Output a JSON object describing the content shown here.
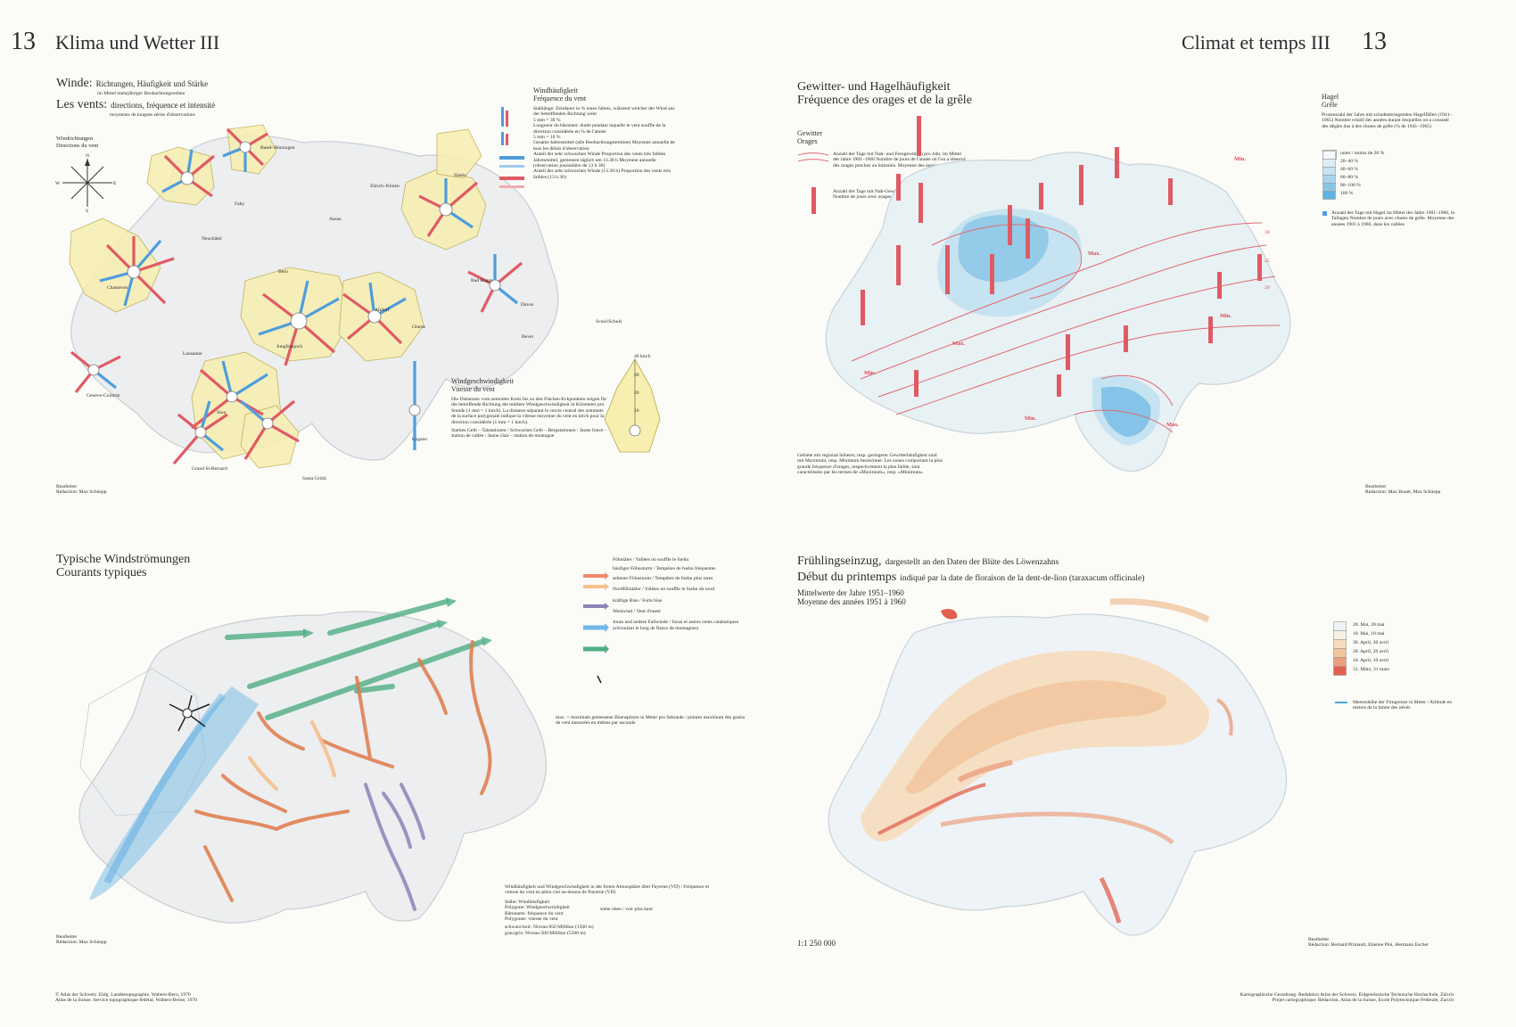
{
  "header": {
    "left_number": "13",
    "left_title": "Klima und Wetter III",
    "right_title": "Climat et temps III",
    "right_number": "13"
  },
  "winds": {
    "title_de_main": "Winde:",
    "title_de_sub": "Richtungen, Häufigkeit und Stärke",
    "title_de_note": "im Mittel mehrjähriger Beobachtungsreihen",
    "title_fr_main": "Les vents:",
    "title_fr_sub": "directions, fréquence et intensité",
    "title_fr_note": "moyennes de longues séries d'observations",
    "compass_title_de": "Windrichtungen",
    "compass_title_fr": "Directions du vent",
    "compass": {
      "n": "N",
      "e": "E",
      "s": "S",
      "w": "W"
    },
    "freq_title_de": "Windhäufigkeit",
    "freq_title_fr": "Fréquence du vent",
    "freq_items": [
      "Stablänge: Zeitdauer in % eines Jahres, während welcher der Wind aus der betreffenden Richtung weht",
      "5 mm = 30 %",
      "Longueur du bâtonnet: durée pendant laquelle le vent souffle de la direction considérée en % de l'année",
      "5 mm = 10 %",
      "Gesamt-Jahresmittel (alle Beobachtungstermine) Moyenne annuelle de tous les délais d'observation",
      "Anteil der sehr schwachen Winde Proportion des vents très faibles",
      "Jahresmittel, gemessen täglich um 13.30 h Moyenne annuelle (observation journalière de 13 h 30)",
      "Anteil der sehr schwachen Winde (13.30 h) Proportion des vents très faibles (13 h 30)"
    ],
    "speed_title_de": "Windgeschwindigkeit",
    "speed_title_fr": "Vitesse du vent",
    "speed_text": "Die Distanzen vom zentralen Kreis bis zu den Flächen-Eckpunkten zeigen für die betreffende Richtung die mittlere Windgeschwindigkeit in Kilometer pro Stunde (1 mm = 1 km/h). La distance séparant le cercle central des sommets de la surface polygonale indique la vitesse moyenne du vent en km/h pour la direction considérée (1 mm = 1 km/h).",
    "speed_stations": "Starkes Gelb – Talstationen / Schwaches Gelb – Bergstationen / Jaune foncé – station de vallée / Jaune clair – station de montagne",
    "scale_unit": "40 km/h",
    "scale_ticks": [
      "30",
      "20",
      "10"
    ],
    "stations": [
      "Basel–Binningen",
      "Zürich–Kloten",
      "Säntis",
      "Fahy",
      "Aarau",
      "Neuchâtel",
      "Chasseron",
      "Bern",
      "Altdorf",
      "Bad Ragaz",
      "Davos",
      "Scuol/Schuls",
      "Jungfraujoch",
      "Glarus",
      "Lausanne",
      "Genève-Cointrin",
      "Sion",
      "Lugano",
      "Bever",
      "Grand St-Bernard",
      "Santa Grütli"
    ],
    "editor": "Bearbeiter",
    "editor2": "Rédaction: Max Schüepp"
  },
  "storms": {
    "title_de": "Gewitter- und Hagelhäufigkeit",
    "title_fr": "Fréquence des orages et de la grêle",
    "gew_title": "Gewitter",
    "gew_title_fr": "Orages",
    "gew_text1": "Anzahl der Tage mit Nah- und Ferngewittern pro Jahr, im Mittel der Jahre 1901–1960 Nombre de jours de l'année où l'on a observé des orages proches ou lointains. Moyenne des années 1901–1960",
    "gew_text2": "Anzahl der Tage mit Nah-Gewittern (bis 3 km Entfernung) Nombre de jours avec orages proches (distance maximum 3 km)",
    "iso_labels": [
      "30",
      "25",
      "20"
    ],
    "hail_title": "Hagel",
    "hail_title_fr": "Grêle",
    "hail_text": "Prozentzahl der Jahre mit schadenbringenden Hagelfällen (1941–1965) Nombre relatif des années durant lesquelles on a constaté des dégâts dus à des chutes de grêle (% de 1941–1965)",
    "hail_classes": [
      "unter / moins de 20 %",
      "20–40 %",
      "40–60 %",
      "60–80 %",
      "80–100 %",
      "100 %"
    ],
    "hail_colors": [
      "#f4f8fa",
      "#dfeef6",
      "#c4e2f0",
      "#a7d4ec",
      "#88c6e7",
      "#5fb3e0"
    ],
    "hail_days": "Anzahl der Tage mit Hagel im Mittel der Jahre 1901–1960, in Tallagen Nombre de jours avec chutes de grêle. Moyenne des années 1901 à 1960, dans les vallées",
    "labels": [
      "Max.",
      "Max.",
      "Max.",
      "Min.",
      "Min.",
      "Min.",
      "Min."
    ],
    "note": "Gebiete mit regional höherer, resp. geringerer Gewitterhäufigkeit sind mit Maximum, resp. Minimum bezeichnet. Les zones comportant la plus grande fréquence d'orages, respectivement la plus faible, sont caractérisées par les termes de «Maximum», resp. «Minimum»",
    "editor": "Bearbeiter",
    "editor2": "Rédaction: Max Bouët, Max Schüepp"
  },
  "currents": {
    "title_de": "Typische Windströmungen",
    "title_fr": "Courants typiques",
    "legend": [
      {
        "label": "Föhntäler / Vallées où souffle le foehn",
        "color": "#e07a4a"
      },
      {
        "label": "häufiger Föhnsturm / Tempêtes de foehn fréquentes",
        "color": "#f08a6a"
      },
      {
        "label": "seltener Föhnsturm / Tempêtes de foehn plus rares",
        "color": "#f7c08a"
      },
      {
        "label": "Nordföhntäler / Vallées où souffle le foehn du nord",
        "color": "#8d83b8"
      },
      {
        "label": "kräftige Bise / Forte bise",
        "color": "#6fb8e8"
      },
      {
        "label": "Westwind / Vent d'ouest",
        "color": "#4fae84"
      },
      {
        "label": "Joran und andere Fallwinde / Joran et autres vents catabatiques (s'écoulant le long de flancs de montagnes)",
        "color": "#333333"
      }
    ],
    "max_note": "max. = maximale gemessene Böenspitzen in Meter pro Sekunde / pointes maximum des grains de vent mesurées en mètres par seconde",
    "payerne_title": "Windhäufigkeit und Windgeschwindigkeit in der freien Atmosphäre über Payerne (VD) / Fréquence et vitesse du vent en plein ciel au-dessus de Payerne (VD)",
    "payerne_lines": [
      "Stäbe: Windhäufigkeit",
      "Polygone: Windgeschwindigkeit",
      "Bâtonnets: fréquence du vent",
      "Polygones: vitesse du vent",
      "schwarz/noir: Niveau 850 Millibar (1500 m)",
      "grau/gris: Niveau 500 Millibar (5500 m)"
    ],
    "payerne_side": "siehe oben / voir plus haut",
    "editor": "Bearbeiter",
    "editor2": "Rédaction: Max Schüepp"
  },
  "spring": {
    "title_de_main": "Frühlingseinzug,",
    "title_de_sub": "dargestellt an den Daten der Blüte des Löwenzahns",
    "title_fr_main": "Début du printemps",
    "title_fr_sub": "indiqué par la date de floraison de la dent-de-lion (taraxacum officinale)",
    "sub1": "Mittelwerte der Jahre 1951–1960",
    "sub2": "Moyenne des années 1951 à 1960",
    "classes": [
      "20. Mai, 20 mai",
      "10. Mai, 10 mai",
      "30. April, 30 avril",
      "20. April, 20 avril",
      "10. April, 10 avril",
      "31. März, 31 mars"
    ],
    "class_colors": [
      "#eef3f7",
      "#f7efe2",
      "#f6dcbc",
      "#f1c59c",
      "#eb9f7e",
      "#e2604e"
    ],
    "snow_note": "Meereshöhe der Firngrenze in Meter / Altitude en mètres de la limite des névés",
    "scale": "1:1 250 000",
    "editor": "Bearbeiter",
    "editor2": "Rédaction: Bernard Primault, Etienne Pini, Hermann Escher"
  },
  "footer": {
    "left1": "© Atlas der Schweiz. Eidg. Landestopographie, Wabern-Bern, 1970",
    "left2": "Atlas de la Suisse. Service topographique fédéral, Wabern-Berne, 1970",
    "right1": "Kartographische Gestaltung: Redaktion Atlas der Schweiz, Eidgenössische Technische Hochschule, Zürich",
    "right2": "Projet cartographique: Rédaction, Atlas de la Suisse, Ecole Polytechnique Fédérale, Zurich"
  }
}
